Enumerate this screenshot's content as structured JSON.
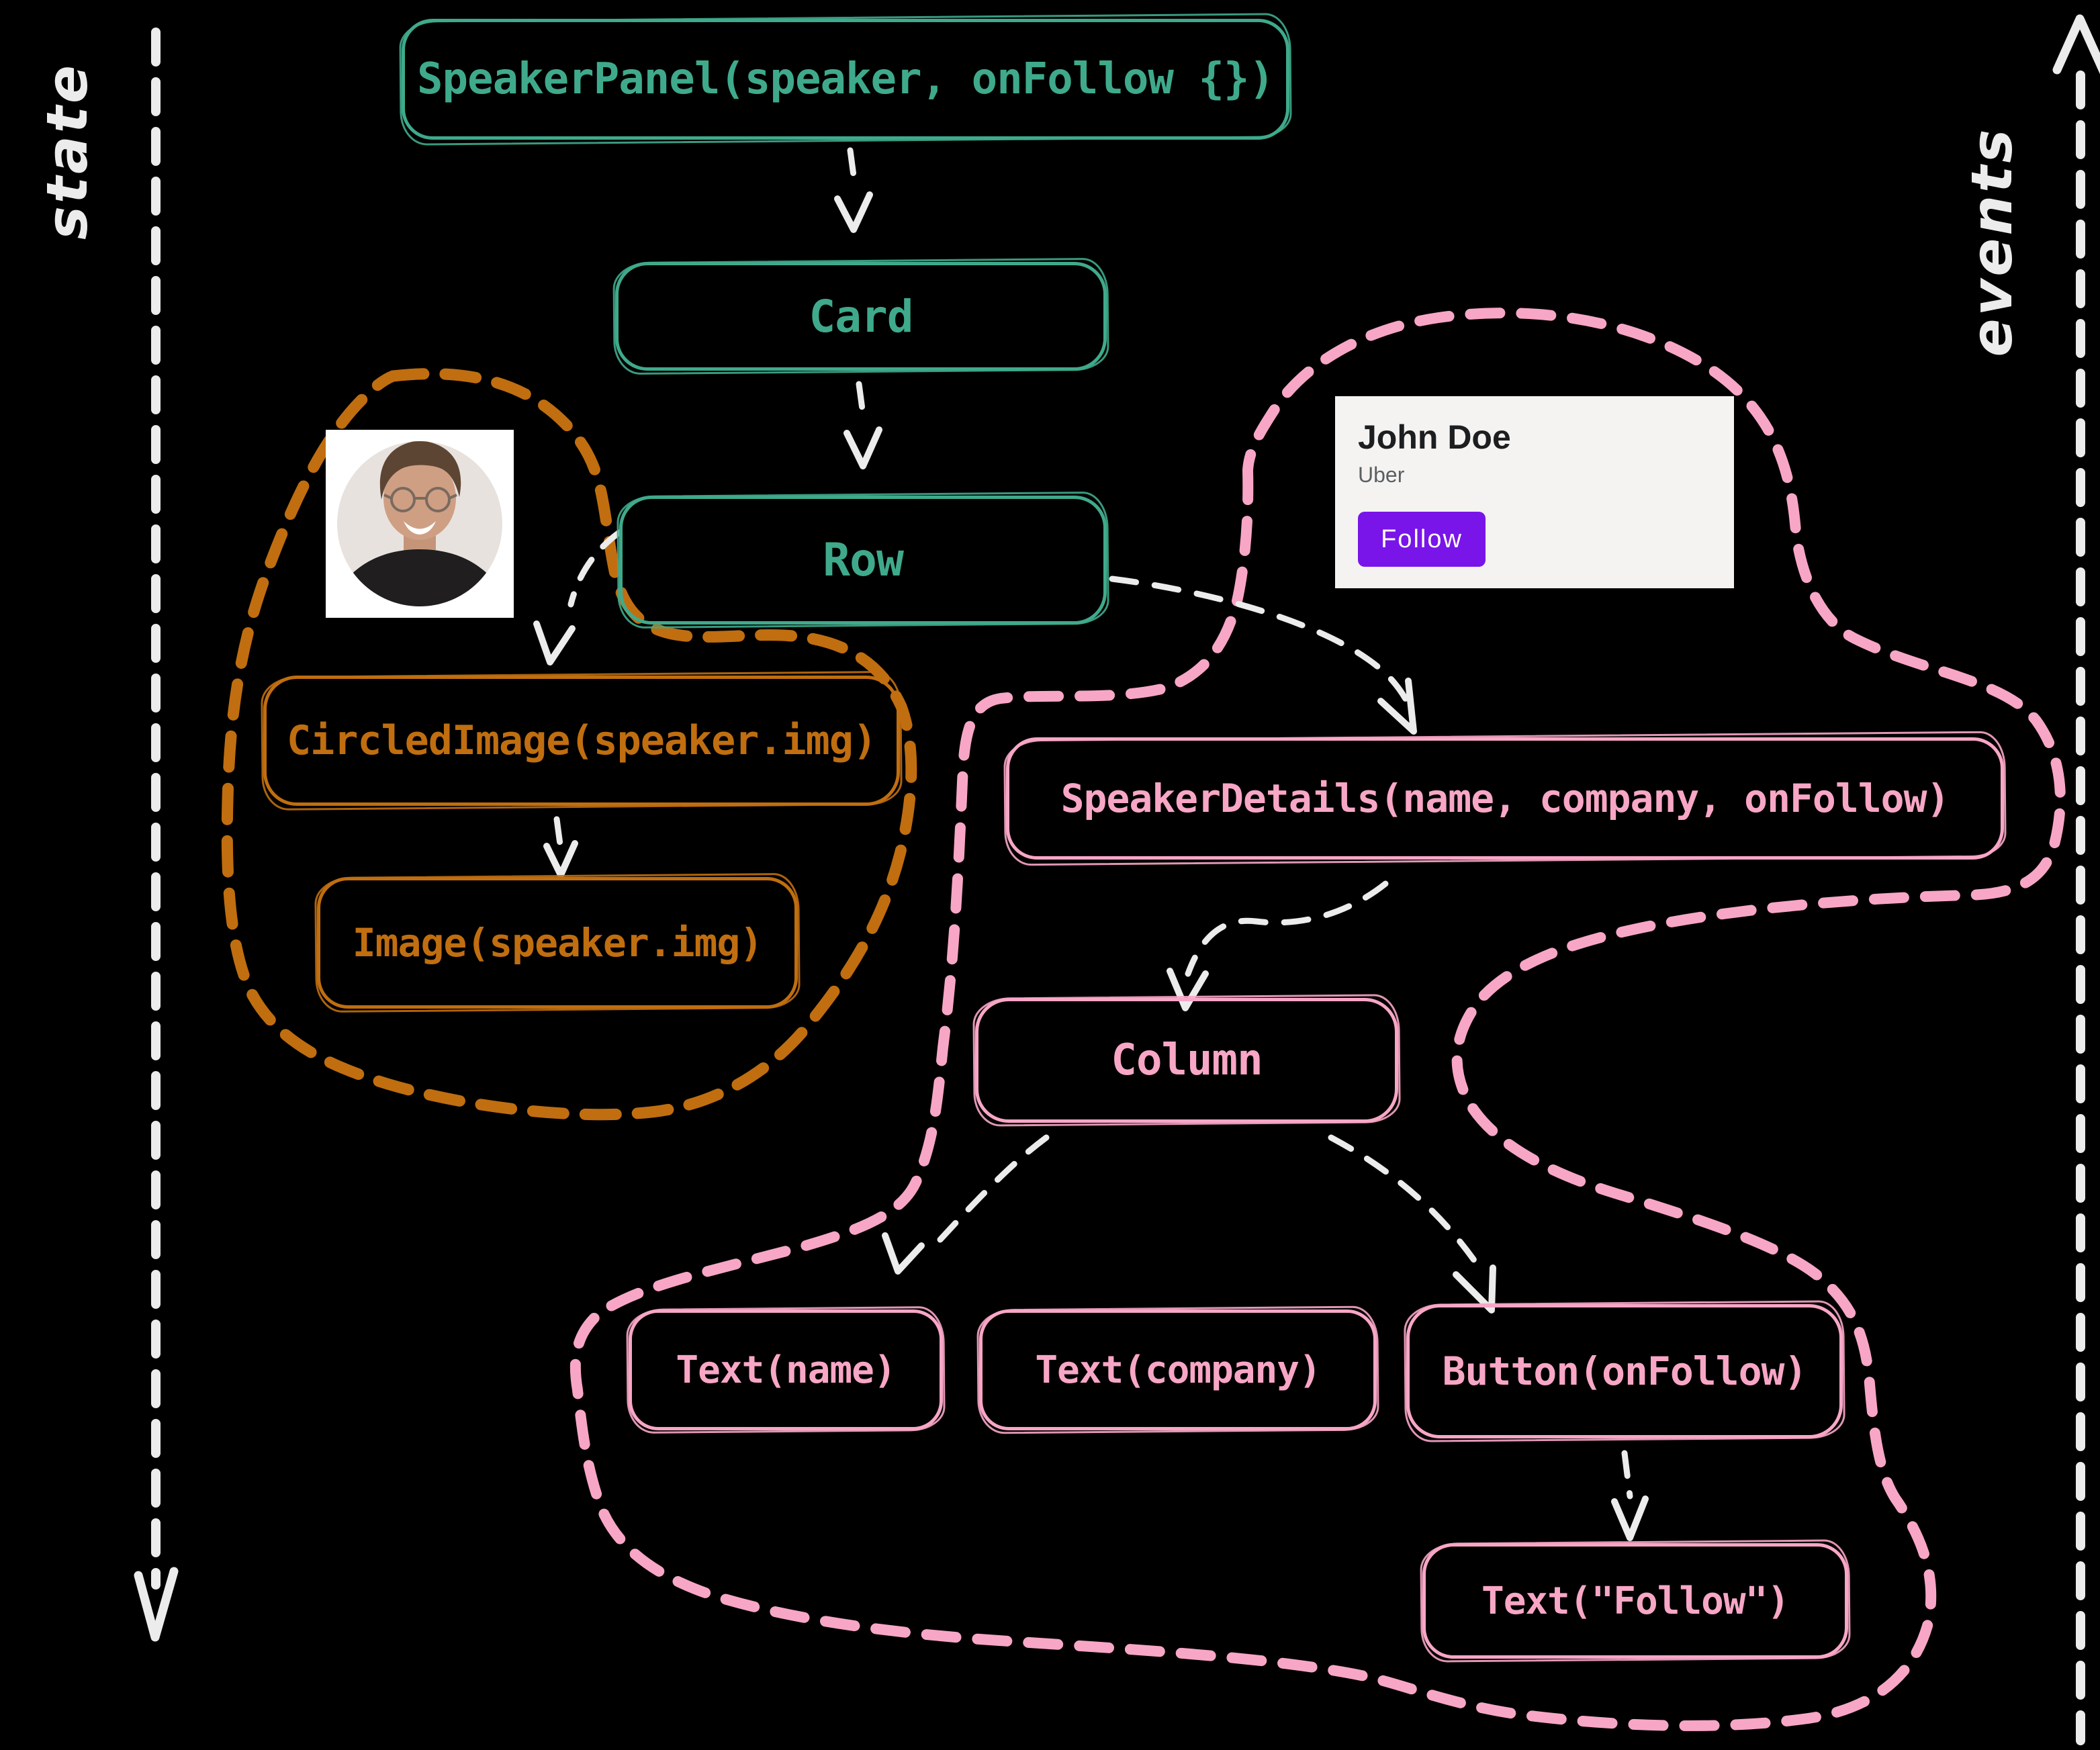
{
  "side_rails": {
    "state_label": "state",
    "events_label": "events"
  },
  "nodes": {
    "speaker_panel": {
      "label": "SpeakerPanel(speaker, onFollow {})"
    },
    "card": {
      "label": "Card"
    },
    "row": {
      "label": "Row"
    },
    "circled_image": {
      "label": "CircledImage(speaker.img)"
    },
    "image": {
      "label": "Image(speaker.img)"
    },
    "speaker_details": {
      "label": "SpeakerDetails(name, company, onFollow)"
    },
    "column": {
      "label": "Column"
    },
    "text_name": {
      "label": "Text(name)"
    },
    "text_company": {
      "label": "Text(company)"
    },
    "button_onfollow": {
      "label": "Button(onFollow)"
    },
    "text_follow": {
      "label": "Text(\"Follow\")"
    }
  },
  "preview_card": {
    "name": "John Doe",
    "company": "Uber",
    "follow_label": "Follow"
  },
  "colors": {
    "background": "#000000",
    "teal": "#3faa8b",
    "orange": "#c06e10",
    "pink": "#f8a6c6",
    "white_ink": "#ececec",
    "purple": "#7915e8",
    "preview_card_bg": "#f4f3f2"
  }
}
